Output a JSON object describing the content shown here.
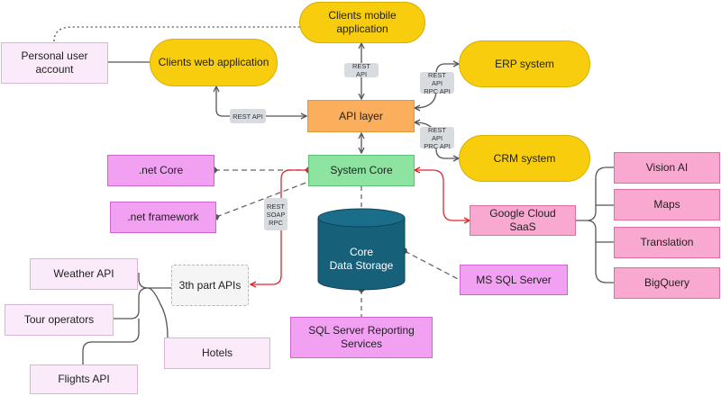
{
  "nodes": {
    "personal_user_account": "Personal user account",
    "clients_mobile": "Clients mobile application",
    "clients_web": "Clients web application",
    "erp_system": "ERP system",
    "crm_system": "CRM system",
    "api_layer": "API layer",
    "system_core": "System Core",
    "net_core": ".net Core",
    "net_framework": ".net framework",
    "core_data_storage": [
      "Core",
      "Data Storage"
    ],
    "google_cloud": "Google Cloud SaaS",
    "vision_ai": "Vision AI",
    "maps": "Maps",
    "translation": "Translation",
    "bigquery": "BigQuery",
    "ms_sql_server": "MS SQL Server",
    "third_party_apis": "3th part APIs",
    "weather_api": "Weather API",
    "tour_operators": "Tour operators",
    "hotels": "Hotels",
    "flights_api": "Flights API",
    "sql_reporting": "SQL Server Reporting Services"
  },
  "tags": {
    "rest_api_mobile": "REST API",
    "rest_api_web": "REST API",
    "erp_link": [
      "REST API",
      "RPC API"
    ],
    "crm_link": [
      "REST API",
      "PRC API"
    ],
    "core_third_party": [
      "REST",
      "SOAP",
      "RPC"
    ]
  },
  "colors": {
    "yellow": "#f7cd0e",
    "orange": "#fbae5c",
    "green": "#8de3a0",
    "magenta": "#f2a0f2",
    "pink": "#f9a9cf",
    "lilac": "#faeafa",
    "storage": "#17607a",
    "red_connector": "#e0252b",
    "gray_connector": "#555555"
  }
}
